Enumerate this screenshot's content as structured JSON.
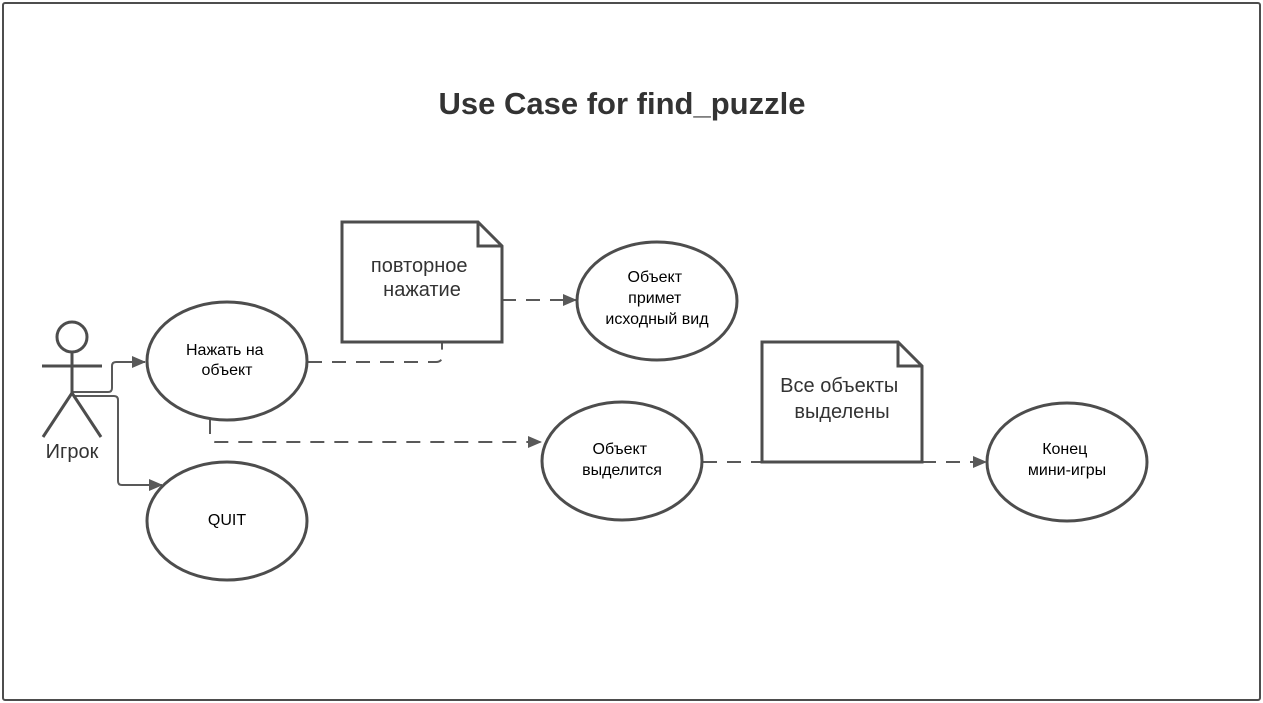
{
  "diagram": {
    "title": "Use Case for find_puzzle",
    "actor": {
      "label": "Игрок"
    },
    "use_cases": {
      "press": {
        "lines": [
          "Нажать на",
          "объект"
        ]
      },
      "quit": {
        "lines": [
          "QUIT"
        ]
      },
      "restore": {
        "lines": [
          "Объект",
          "примет",
          "исходный вид"
        ]
      },
      "select": {
        "lines": [
          "Объект",
          "выделится"
        ]
      },
      "end": {
        "lines": [
          "Конец",
          "мини-игры"
        ]
      }
    },
    "notes": {
      "repeat_click": {
        "lines": [
          "повторное",
          "нажатие"
        ]
      },
      "all_selected": {
        "lines": [
          "Все объекты",
          "выделены"
        ]
      }
    }
  },
  "colors": {
    "stroke": "#4d4d4d",
    "edge": "#595959",
    "title": "#333333",
    "background": "#ffffff"
  }
}
